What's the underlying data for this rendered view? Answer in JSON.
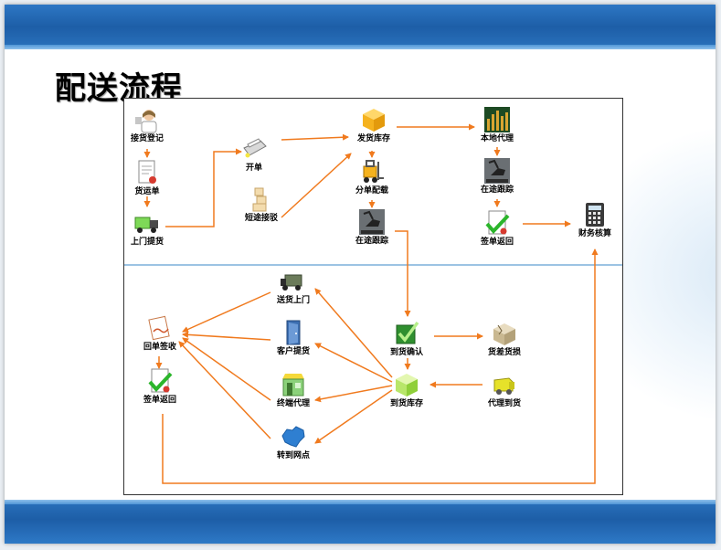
{
  "title": "配送流程",
  "colors": {
    "arrow": "#f07a1e",
    "divider": "#9cc3e3",
    "header_band": "#1f62ab"
  },
  "nodes": {
    "pickup_register": {
      "label": "接货登记",
      "icon": "receptionist-icon"
    },
    "waybill": {
      "label": "货运单",
      "icon": "document-icon"
    },
    "door_pickup": {
      "label": "上门提货",
      "icon": "truck-icon"
    },
    "open_order": {
      "label": "开单",
      "icon": "printer-icon"
    },
    "short_transfer": {
      "label": "短途接驳",
      "icon": "boxes-icon"
    },
    "ship_stock": {
      "label": "发货库存",
      "icon": "cube-icon"
    },
    "split_load": {
      "label": "分单配载",
      "icon": "forklift-icon"
    },
    "in_transit_top": {
      "label": "在途跟踪",
      "icon": "excavator-icon"
    },
    "local_agent": {
      "label": "本地代理",
      "icon": "bar-chart-icon"
    },
    "in_transit_right": {
      "label": "在途跟踪",
      "icon": "excavator-icon"
    },
    "receipt_return_top": {
      "label": "签单返回",
      "icon": "check-document-icon"
    },
    "finance_settle": {
      "label": "财务核算",
      "icon": "calculator-icon"
    },
    "deliver_door": {
      "label": "送货上门",
      "icon": "truck-icon"
    },
    "customer_pickup": {
      "label": "客户提货",
      "icon": "door-icon"
    },
    "terminal_agent": {
      "label": "终端代理",
      "icon": "storefront-icon"
    },
    "transfer_point": {
      "label": "转到网点",
      "icon": "china-map-icon"
    },
    "receipt_sign": {
      "label": "回单签收",
      "icon": "signature-icon"
    },
    "receipt_return_bottom": {
      "label": "签单返回",
      "icon": "check-document-icon"
    },
    "arrival_confirm": {
      "label": "到货确认",
      "icon": "checkbox-icon"
    },
    "arrival_stock": {
      "label": "到货库存",
      "icon": "cube-icon"
    },
    "damaged_goods": {
      "label": "货差货损",
      "icon": "damaged-box-icon"
    },
    "agent_arrival": {
      "label": "代理到货",
      "icon": "delivery-van-icon"
    }
  }
}
